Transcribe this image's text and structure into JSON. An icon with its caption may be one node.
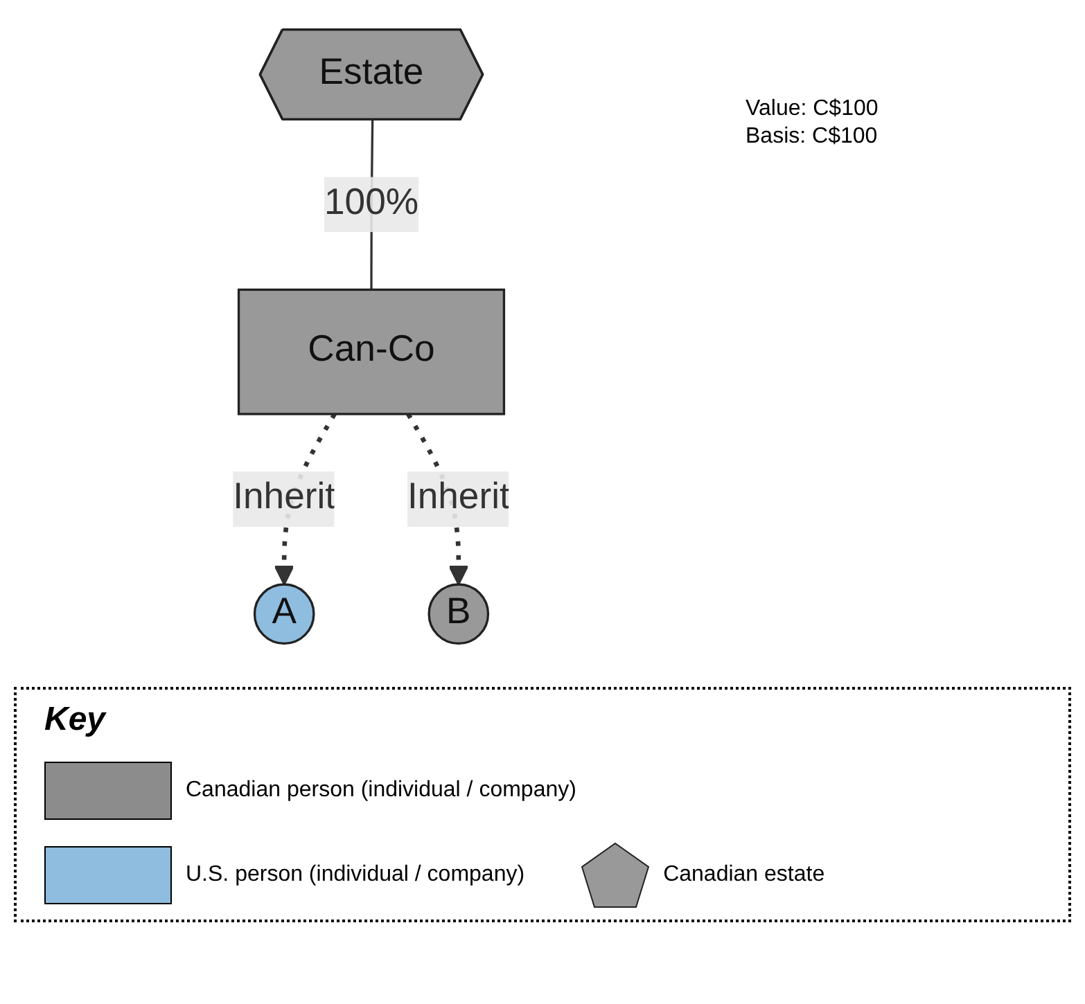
{
  "diagram": {
    "nodes": [
      {
        "text": [
          "Estate"
        ]
      },
      {
        "text": [
          "Can-Co"
        ]
      },
      {
        "text": [
          "A"
        ]
      },
      {
        "text": [
          "B"
        ]
      }
    ],
    "edges": [
      {
        "from": 0,
        "to": 1,
        "arrow": "none",
        "label": "100%"
      },
      {
        "from": 1,
        "to": 2,
        "arrow": "to",
        "label": "Inherit",
        "style": "dashed"
      },
      {
        "from": 1,
        "to": 3,
        "arrow": "to",
        "label": "Inherit",
        "style": "dashed"
      }
    ],
    "labels": [
      "Value: C$100",
      "Basis: C$100",
      "Key"
    ],
    "legend": [
      {
        "text": "Canadian person (individual / company)",
        "color": "#8c8c8c"
      },
      {
        "text": "U.S. person (individual / company)",
        "color": "#8fbde0"
      },
      {
        "text": "Canadian estate"
      }
    ]
  }
}
